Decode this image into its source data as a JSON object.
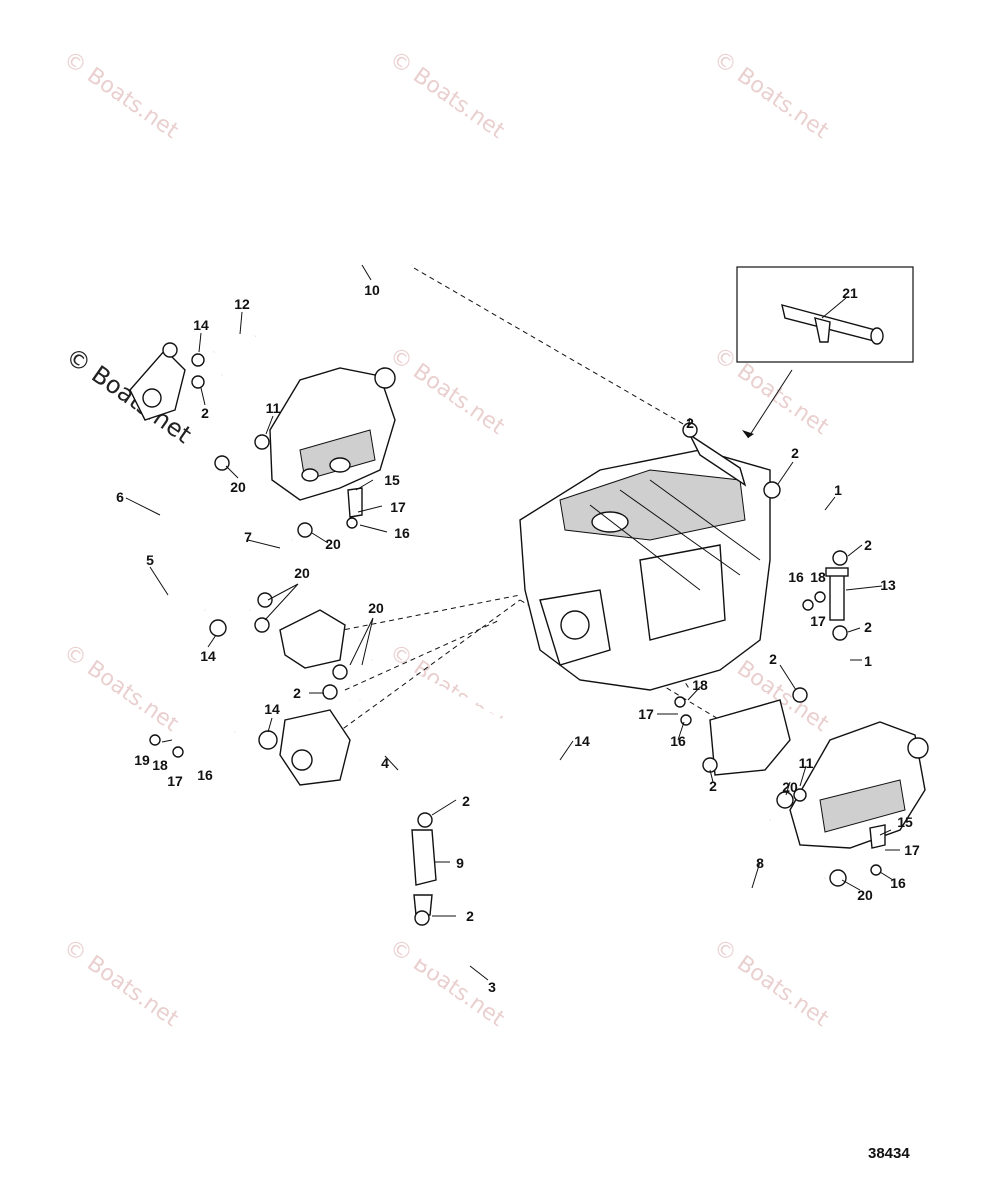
{
  "watermark": {
    "text": "© Boats.net",
    "prominent": "© Boats.net"
  },
  "reference_number": "38434",
  "callouts": {
    "c1a": "1",
    "c1b": "1",
    "c2a": "2",
    "c2b": "2",
    "c2c": "2",
    "c2d": "2",
    "c2e": "2",
    "c2f": "2",
    "c2g": "2",
    "c2h": "2",
    "c2i": "2",
    "c3": "3",
    "c4": "4",
    "c5": "5",
    "c6": "6",
    "c7": "7",
    "c8": "8",
    "c9": "9",
    "c10": "10",
    "c11a": "11",
    "c11b": "11",
    "c12": "12",
    "c13": "13",
    "c14a": "14",
    "c14b": "14",
    "c14c": "14",
    "c14d": "14",
    "c15a": "15",
    "c15b": "15",
    "c16a": "16",
    "c16b": "16",
    "c16c": "16",
    "c16d": "16",
    "c16e": "16",
    "c17a": "17",
    "c17b": "17",
    "c17c": "17",
    "c17d": "17",
    "c17e": "17",
    "c18a": "18",
    "c18b": "18",
    "c18c": "18",
    "c19": "19",
    "c20a": "20",
    "c20b": "20",
    "c20c": "20",
    "c20d": "20",
    "c20e": "20",
    "c20f": "20",
    "c21": "21"
  }
}
